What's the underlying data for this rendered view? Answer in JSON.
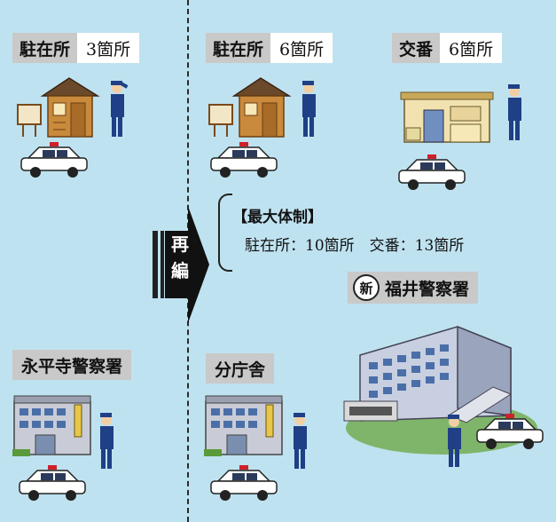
{
  "left": {
    "chuzaisho_label": "駐在所",
    "chuzaisho_count": "3箇所",
    "station_label": "永平寺警察署"
  },
  "right": {
    "chuzaisho_label": "駐在所",
    "chuzaisho_count": "6箇所",
    "koban_label": "交番",
    "koban_count": "6箇所",
    "branch_label": "分庁舎",
    "new_badge": "新",
    "new_station_label": "福井警察署"
  },
  "reorg": {
    "line1": "再",
    "line2": "編"
  },
  "max": {
    "title": "【最大体制】",
    "detail": "駐在所：10箇所　交番：13箇所"
  },
  "colors": {
    "background": "#bfe2f0",
    "label_bg": "#c9c9c9",
    "police_blue": "#1f3f86",
    "car_red": "#d0202a",
    "building_wood": "#c98a3c"
  }
}
